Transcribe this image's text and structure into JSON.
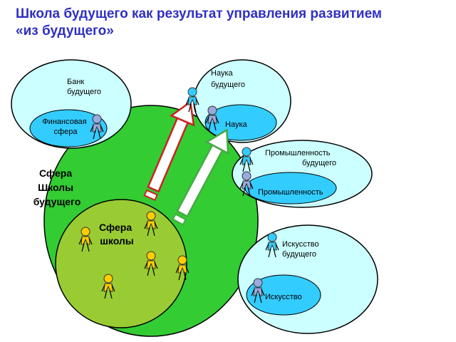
{
  "title": {
    "line1": "Школа будущего как результат управления развитием",
    "line2": "«из будущего»"
  },
  "diagram": {
    "school_future_sphere": [
      "Сфера",
      "Школы",
      "будущего"
    ],
    "school_sphere": [
      "Сфера",
      "школы"
    ],
    "bank": {
      "outer": [
        "Банк",
        "будущего"
      ],
      "inner": [
        "Финансовая",
        "сфера"
      ]
    },
    "science": {
      "outer": [
        "Наука",
        "будущего"
      ],
      "inner": "Наука"
    },
    "industry": {
      "outer": [
        "Промышленность",
        "будущего"
      ],
      "inner": "Промышленность"
    },
    "art": {
      "outer": [
        "Искусство",
        "будущего"
      ],
      "inner": "Искусство"
    }
  },
  "colors": {
    "title": "#2f2fc4",
    "big_sphere": "#33cc33",
    "school_sphere": "#99cc33",
    "future_outer": "#ccffff",
    "future_inner": "#33ccff",
    "person_yellow": "#ffcc00",
    "person_blue": "#99aadd",
    "person_cyan": "#33ccff",
    "arrow_red": "#cc2222",
    "arrow_green": "#44aa44"
  }
}
